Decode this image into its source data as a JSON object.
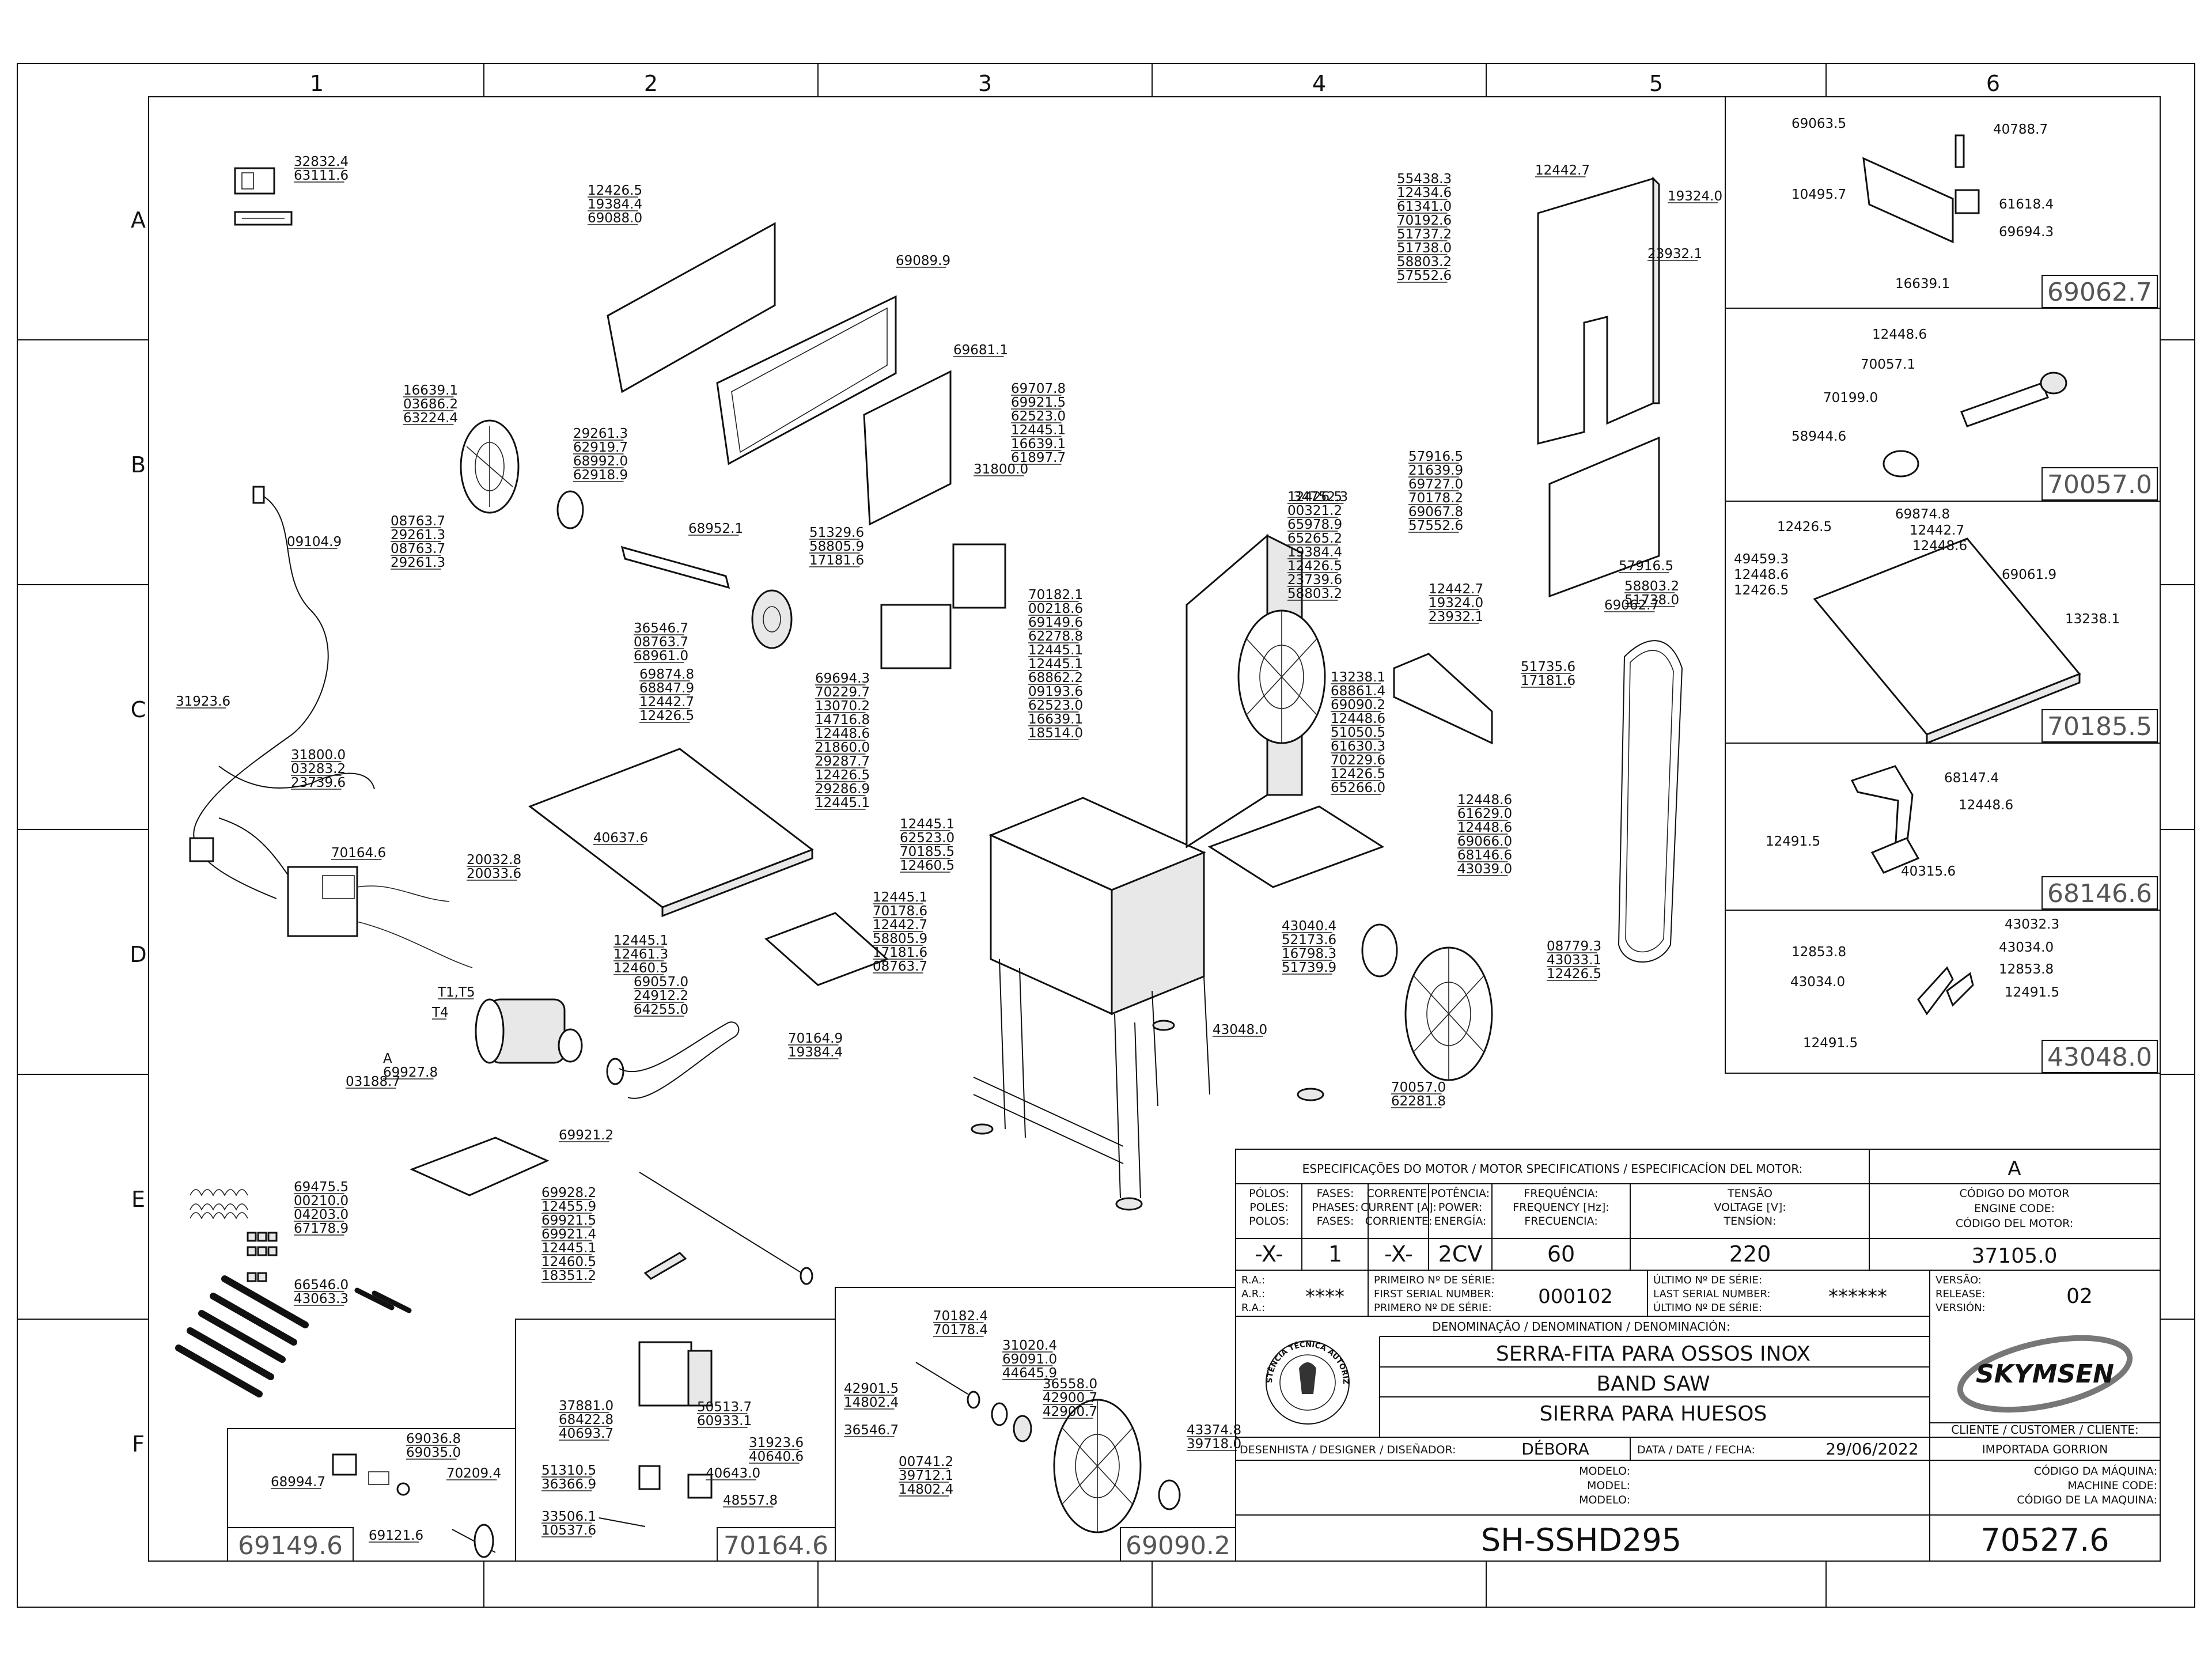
{
  "grid": {
    "columns": [
      "1",
      "2",
      "3",
      "4",
      "5",
      "6"
    ],
    "rows": [
      "A",
      "B",
      "C",
      "D",
      "E",
      "F"
    ]
  },
  "callouts": [
    "32832.4",
    "63111.6",
    "12426.5",
    "19384.4",
    "69088.0",
    "69089.9",
    "69681.1",
    "16639.1",
    "03686.2",
    "63224.4",
    "29261.3",
    "62919.7",
    "68992.0",
    "62918.9",
    "08763.7",
    "29261.3",
    "08763.7",
    "29261.3",
    "68952.1",
    "09104.9",
    "36546.7",
    "08763.7",
    "68961.0",
    "69874.8",
    "68847.9",
    "12442.7",
    "12426.5",
    "31923.6",
    "31800.0",
    "03283.2",
    "23739.6",
    "40637.6",
    "70164.6",
    "20032.8",
    "20033.6",
    "12445.1",
    "12461.3",
    "12460.5",
    "69057.0",
    "24912.2",
    "64255.0",
    "T1,T5",
    "T4",
    "A",
    "69927.8",
    "03188.7",
    "69921.2",
    "69928.2",
    "12455.9",
    "69921.5",
    "69921.4",
    "12445.1",
    "12460.5",
    "18351.2",
    "69475.5",
    "00210.0",
    "04203.0",
    "67178.9",
    "66546.0",
    "43063.3",
    "69707.8",
    "69921.5",
    "62523.0",
    "12445.1",
    "16639.1",
    "61897.7",
    "51329.6",
    "58805.9",
    "17181.6",
    "31800.0",
    "34752.3",
    "70182.1",
    "00218.6",
    "69149.6",
    "62278.8",
    "12445.1",
    "12445.1",
    "68862.2",
    "09193.6",
    "62523.0",
    "16639.1",
    "18514.0",
    "69694.3",
    "70229.7",
    "13070.2",
    "14716.8",
    "12448.6",
    "21860.0",
    "29287.7",
    "12426.5",
    "29286.9",
    "12445.1",
    "12445.1",
    "62523.0",
    "70185.5",
    "12460.5",
    "12445.1",
    "70178.6",
    "12442.7",
    "58805.9",
    "17181.6",
    "08763.7",
    "70164.9",
    "19384.4",
    "12426.5",
    "00321.2",
    "65978.9",
    "65265.2",
    "19384.4",
    "12426.5",
    "23739.6",
    "58803.2",
    "13238.1",
    "68861.4",
    "69090.2",
    "12448.6",
    "51050.5",
    "61630.3",
    "70229.6",
    "12426.5",
    "65266.0",
    "12448.6",
    "61629.0",
    "12448.6",
    "69066.0",
    "68146.6",
    "43039.0",
    "43040.4",
    "52173.6",
    "16798.3",
    "51739.9",
    "43048.0",
    "08779.3",
    "43033.1",
    "12426.5",
    "70057.0",
    "62281.8",
    "55438.3",
    "12434.6",
    "61341.0",
    "70192.6",
    "51737.2",
    "51738.0",
    "58803.2",
    "57552.6",
    "12442.7",
    "19324.0",
    "23932.1",
    "57916.5",
    "21639.9",
    "69727.0",
    "70178.2",
    "69067.8",
    "57552.6",
    "12442.7",
    "19324.0",
    "23932.1",
    "57916.5",
    "58803.2",
    "51738.0",
    "69062.7",
    "51735.6",
    "17181.6",
    "70182.4",
    "70178.4",
    "31020.4",
    "69091.0",
    "44645.9",
    "36558.0",
    "42900.7",
    "42900.7",
    "42901.5",
    "14802.4",
    "36546.7",
    "00741.2",
    "39712.1",
    "14802.4",
    "43374.8",
    "39718.0",
    "37881.0",
    "68422.8",
    "40693.7",
    "50513.7",
    "60933.1",
    "31923.6",
    "40640.6",
    "40643.0",
    "51310.5",
    "36366.9",
    "48557.8",
    "33506.1",
    "10537.6",
    "69036.8",
    "69035.0",
    "70209.4",
    "68994.7",
    "69121.6"
  ],
  "detail_boxes": [
    {
      "id": "69062.7",
      "parts": [
        "69063.5",
        "40788.7",
        "10495.7",
        "61618.4",
        "69694.3",
        "16639.1"
      ]
    },
    {
      "id": "70057.0",
      "parts": [
        "12448.6",
        "70057.1",
        "70199.0",
        "58944.6"
      ]
    },
    {
      "id": "70185.5",
      "parts": [
        "12426.5",
        "69874.8",
        "12442.7",
        "12448.6",
        "49459.3",
        "12448.6",
        "12426.5",
        "69061.9",
        "13238.1"
      ]
    },
    {
      "id": "68146.6",
      "parts": [
        "68147.4",
        "12448.6",
        "12491.5",
        "40315.6"
      ]
    },
    {
      "id": "43048.0",
      "parts": [
        "43032.3",
        "43034.0",
        "12853.8",
        "12853.8",
        "43034.0",
        "12491.5",
        "12491.5"
      ]
    },
    {
      "id": "69149.6"
    },
    {
      "id": "70164.6"
    },
    {
      "id": "69090.2"
    }
  ],
  "motor_spec": {
    "header": "ESPECIFICAÇÕES DO MOTOR / MOTOR SPECIFICATIONS / ESPECIFICACÍON DEL MOTOR:",
    "columns": [
      {
        "h1": "PÓLOS:",
        "h2": "POLES:",
        "h3": "POLOS:",
        "value": "-X-"
      },
      {
        "h1": "FASES:",
        "h2": "PHASES:",
        "h3": "FASES:",
        "value": "1"
      },
      {
        "h1": "CORRENTE:",
        "h2": "CURRENT [A]:",
        "h3": "CORRIENTE:",
        "value": "-X-"
      },
      {
        "h1": "POTÊNCIA:",
        "h2": "POWER:",
        "h3": "ENERGÍA:",
        "value": "2CV"
      },
      {
        "h1": "FREQUÊNCIA:",
        "h2": "FREQUENCY [Hz]:",
        "h3": "FRECUENCIA:",
        "value": "60"
      },
      {
        "h1": "TENSÃO",
        "h2": "VOLTAGE [V]:",
        "h3": "TENSÍON:",
        "value": "220"
      }
    ],
    "rev_letter": "A",
    "code_title": [
      "CÓDIGO DO MOTOR",
      "ENGINE CODE:",
      "CÓDIGO DEL MOTOR:"
    ],
    "code_value": "37105.0"
  },
  "serial": {
    "ra_labels": [
      "R.A.:",
      "A.R.:",
      "R.A.:"
    ],
    "ra_value": "****",
    "first_labels": [
      "PRIMEIRO Nº DE SÉRIE:",
      "FIRST SERIAL NUMBER:",
      "PRIMERO Nº DE SÉRIE:"
    ],
    "first_value": "000102",
    "last_labels": [
      "ÚLTIMO Nº DE SÉRIE:",
      "LAST SERIAL NUMBER:",
      "ÚLTIMO Nº DE SÉRIE:"
    ],
    "last_value": "******",
    "version_labels": [
      "VERSÃO:",
      "RELEASE:",
      "VERSIÓN:"
    ],
    "version_value": "02"
  },
  "denomination": {
    "header": "DENOMINAÇÃO / DENOMINATION / DENOMINACIÓN:",
    "lines": [
      "SERRA-FITA PARA OSSOS INOX",
      "BAND SAW",
      "SIERRA PARA HUESOS"
    ]
  },
  "brand": "SKYMSEN",
  "stamp_text": "ASSISTÊNCIA TÉCNICA AUTORIZADA",
  "customer": {
    "label": "CLIENTE / CUSTOMER / CLIENTE:",
    "value": "IMPORTADA GORRION"
  },
  "designer": {
    "label": "DESENHISTA / DESIGNER / DISEÑADOR:",
    "value": "DÉBORA"
  },
  "date": {
    "label": "DATA / DATE / FECHA:",
    "value": "29/06/2022"
  },
  "model": {
    "labels": [
      "MODELO:",
      "MODEL:",
      "MODELO:"
    ],
    "value": "SH-SSHD295"
  },
  "machine_code": {
    "labels": [
      "CÓDIGO DA MÁQUINA:",
      "MACHINE CODE:",
      "CÓDIGO DE LA MAQUINA:"
    ],
    "value": "70527.6"
  }
}
